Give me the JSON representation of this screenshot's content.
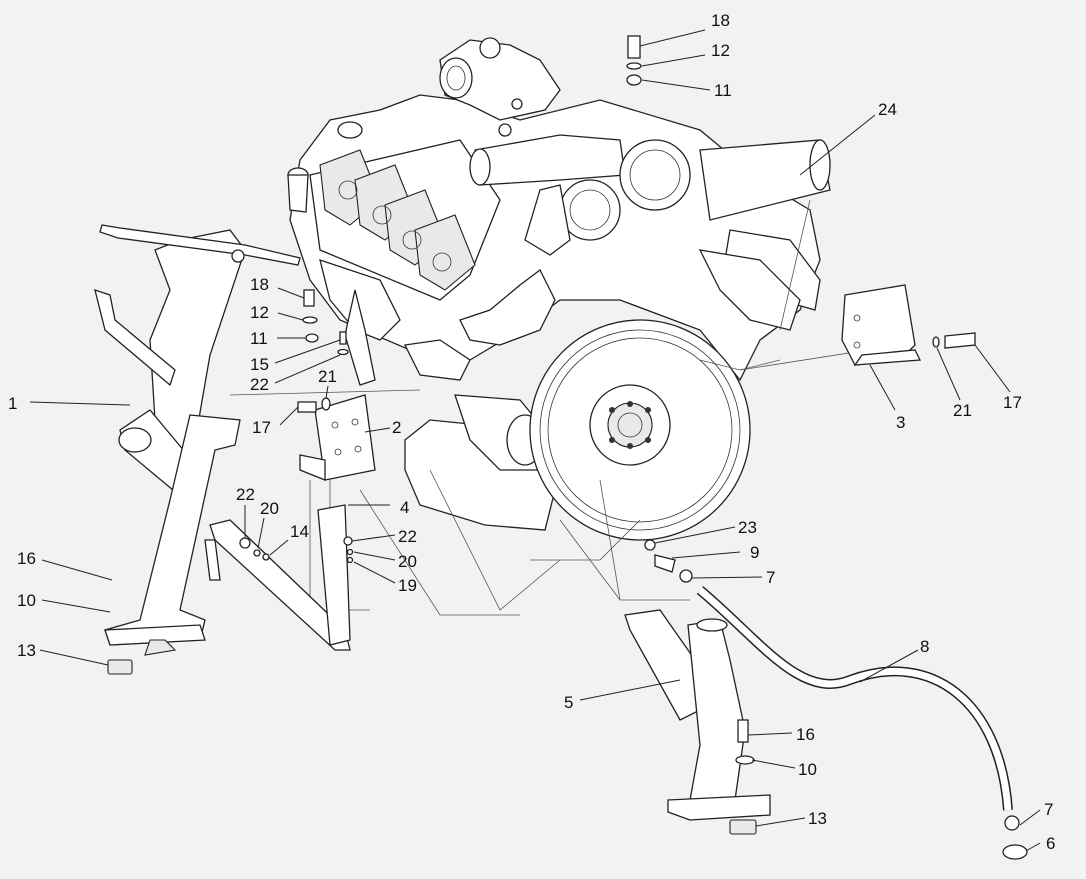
{
  "figure": {
    "background": "#f2f2f2",
    "line_color": "#222222"
  },
  "callouts": [
    {
      "id": "c18a",
      "text": "18"
    },
    {
      "id": "c12a",
      "text": "12"
    },
    {
      "id": "c11a",
      "text": "11"
    },
    {
      "id": "c24",
      "text": "24"
    },
    {
      "id": "c18b",
      "text": "18"
    },
    {
      "id": "c12b",
      "text": "12"
    },
    {
      "id": "c11b",
      "text": "11"
    },
    {
      "id": "c15",
      "text": "15"
    },
    {
      "id": "c22a",
      "text": "22"
    },
    {
      "id": "c21a",
      "text": "21"
    },
    {
      "id": "c1",
      "text": "1"
    },
    {
      "id": "c17a",
      "text": "17"
    },
    {
      "id": "c2",
      "text": "2"
    },
    {
      "id": "c3",
      "text": "3"
    },
    {
      "id": "c21b",
      "text": "21"
    },
    {
      "id": "c17b",
      "text": "17"
    },
    {
      "id": "c22b",
      "text": "22"
    },
    {
      "id": "c20a",
      "text": "20"
    },
    {
      "id": "c14",
      "text": "14"
    },
    {
      "id": "c4",
      "text": "4"
    },
    {
      "id": "c22c",
      "text": "22"
    },
    {
      "id": "c20b",
      "text": "20"
    },
    {
      "id": "c19",
      "text": "19"
    },
    {
      "id": "c23",
      "text": "23"
    },
    {
      "id": "c9",
      "text": "9"
    },
    {
      "id": "c7a",
      "text": "7"
    },
    {
      "id": "c16a",
      "text": "16"
    },
    {
      "id": "c10a",
      "text": "10"
    },
    {
      "id": "c13a",
      "text": "13"
    },
    {
      "id": "c8",
      "text": "8"
    },
    {
      "id": "c5",
      "text": "5"
    },
    {
      "id": "c16b",
      "text": "16"
    },
    {
      "id": "c10b",
      "text": "10"
    },
    {
      "id": "c13b",
      "text": "13"
    },
    {
      "id": "c7b",
      "text": "7"
    },
    {
      "id": "c6",
      "text": "6"
    }
  ]
}
